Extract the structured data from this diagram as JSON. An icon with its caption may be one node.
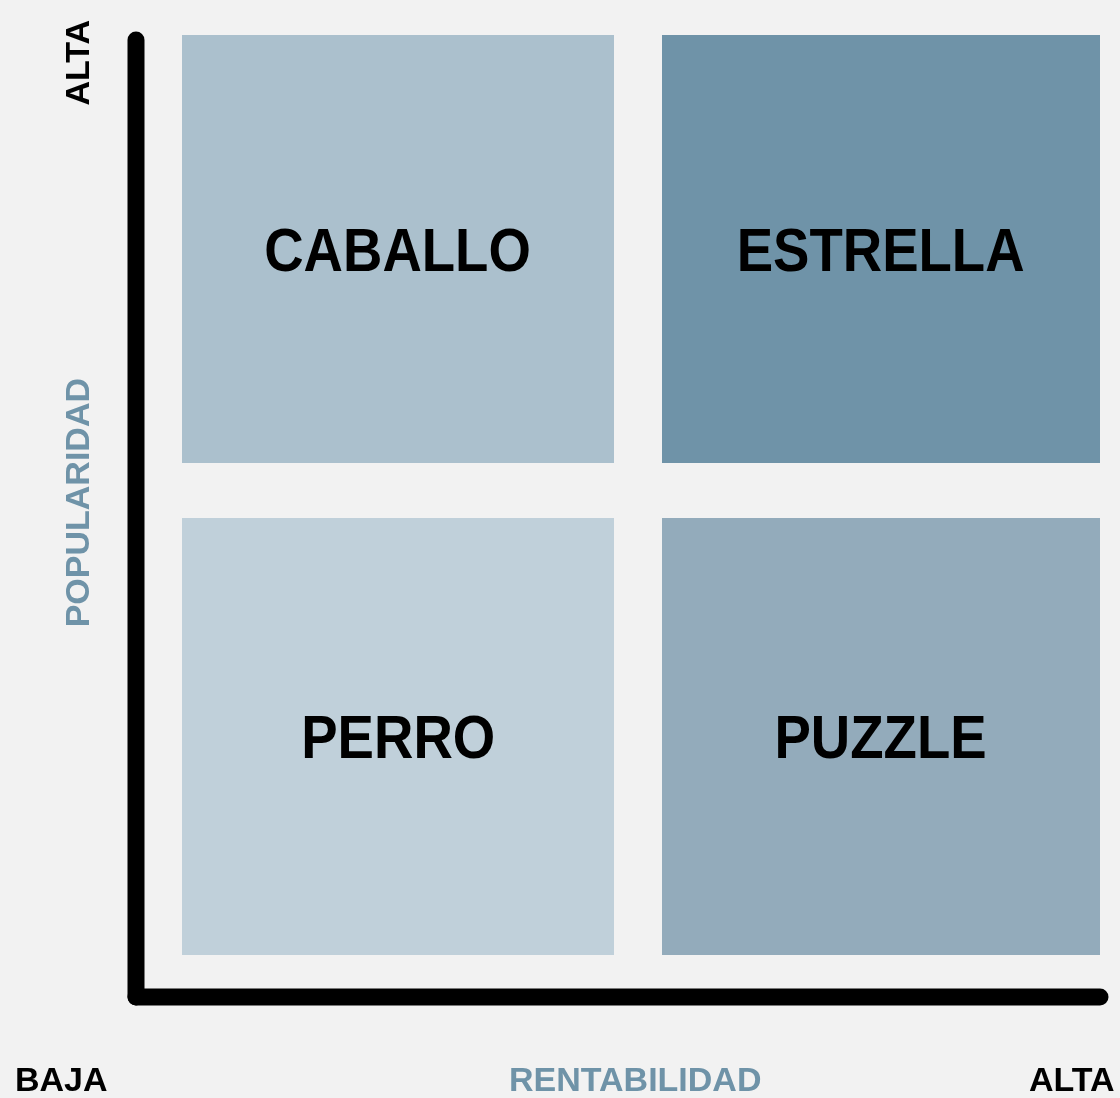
{
  "diagram": {
    "nodes": [
      {
        "text": [
          "CABALLO"
        ]
      },
      {
        "text": [
          "ESTRELLA"
        ]
      },
      {
        "text": [
          "PERRO"
        ]
      },
      {
        "text": [
          "PUZZLE"
        ]
      }
    ],
    "labels": [
      "ALTA",
      "POPULARIDAD",
      "BAJA",
      "RENTABILIDAD",
      "ALTA"
    ]
  }
}
